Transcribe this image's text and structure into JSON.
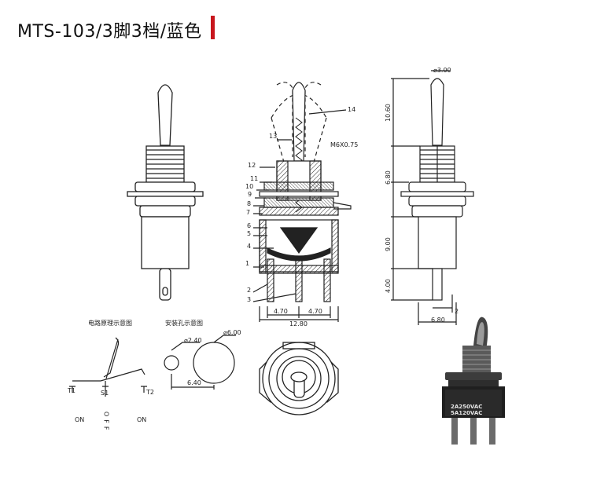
{
  "title": "MTS-103/3脚3档/蓝色",
  "accent_color": "#c8161d",
  "section_labels": {
    "circuit": "电路原理示意图",
    "mounting": "安装孔示意图"
  },
  "part_numbers": [
    "1",
    "2",
    "3",
    "4",
    "5",
    "6",
    "7",
    "8",
    "9",
    "10",
    "11",
    "12",
    "13",
    "14"
  ],
  "thread_label": "M6X0.75",
  "dimensions": {
    "pin_spacing_left": "4.70",
    "pin_spacing_right": "4.70",
    "body_width": "12.80",
    "lever_tip_dia": "⌀3.00",
    "lever_height": "10.60",
    "thread_height": "6.80",
    "body_height": "9.00",
    "pin_length": "4.00",
    "pin_offset": "2",
    "side_width": "6.80",
    "small_hole": "⌀2.40",
    "large_hole": "⌀6.00",
    "hole_spacing": "6.40"
  },
  "circuit": {
    "t1": "T1",
    "s1": "S1",
    "t2": "T2",
    "on_left": "ON",
    "off": "OFF",
    "on_right": "ON"
  },
  "photo_rating_lines": [
    "2A250VAC",
    "5A120VAC"
  ],
  "icons": [
    "front-view-drawing",
    "section-view-drawing",
    "side-view-drawing",
    "top-view-drawing",
    "circuit-diagram",
    "mounting-hole-diagram",
    "product-photo"
  ]
}
